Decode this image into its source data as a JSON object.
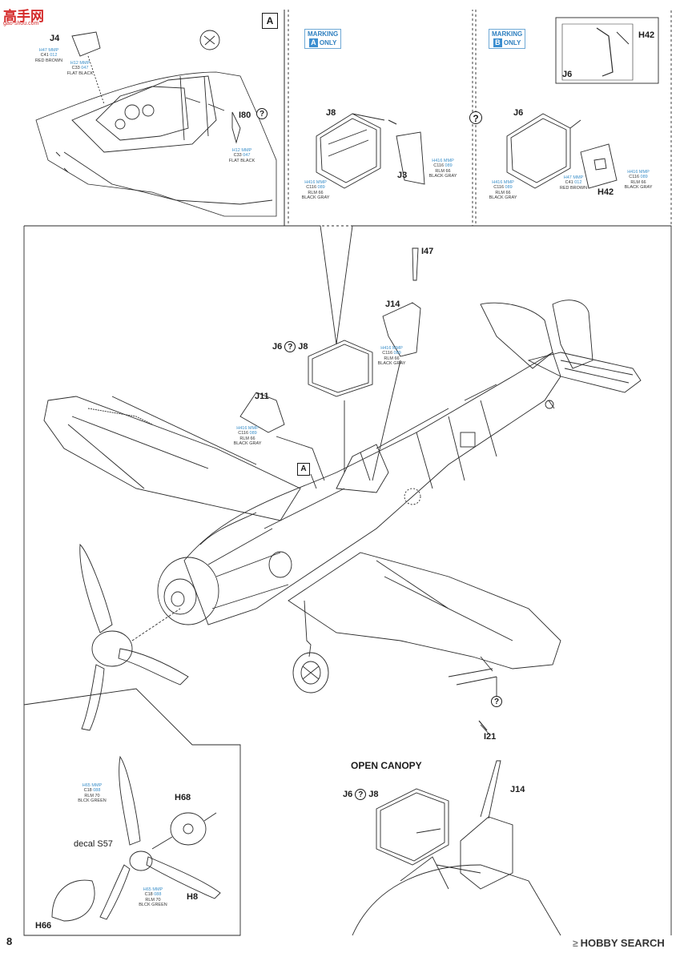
{
  "watermark": {
    "site_cn": "高手网",
    "site_url": "gao-shou.com",
    "brand": "HOBBY SEARCH",
    "brand_mark": "≥"
  },
  "page_number": "8",
  "panel_a": {
    "box": "A",
    "labels": {
      "j4": "J4",
      "i80": "I80",
      "question": "?"
    },
    "paints": [
      {
        "top": "H47 MMP",
        "code": "C41",
        "num": "012",
        "name": "RED BROWN"
      },
      {
        "top": "H12 MMP",
        "code": "C33",
        "num": "047",
        "name": "FLAT BLACK"
      },
      {
        "top": "H12 MMP",
        "code": "C33",
        "num": "047",
        "name": "FLAT BLACK"
      }
    ]
  },
  "panel_marking_a": {
    "marking_word": "MARKING",
    "marking_letter": "A",
    "marking_suffix": "ONLY",
    "labels": {
      "j8": "J8",
      "j3": "J3",
      "question": "?"
    },
    "paints": [
      {
        "top": "H416 MMP",
        "code": "C116",
        "num": "089",
        "name1": "RLM 66",
        "name2": "BLACK GRAY"
      },
      {
        "top": "H416 MMP",
        "code": "C116",
        "num": "089",
        "name1": "RLM 66",
        "name2": "BLACK GRAY"
      }
    ]
  },
  "panel_marking_b": {
    "marking_word": "MARKING",
    "marking_letter": "B",
    "marking_suffix": "ONLY",
    "labels": {
      "j6": "J6",
      "h42": "H42",
      "j6_inset": "J6",
      "h42_inset": "H42"
    },
    "paints": [
      {
        "top": "H416 MMP",
        "code": "C116",
        "num": "089",
        "name1": "RLM 66",
        "name2": "BLACK GRAY"
      },
      {
        "top": "H47 MMP",
        "code": "C41",
        "num": "012",
        "name": "RED BROWN"
      },
      {
        "top": "H416 MMP",
        "code": "C116",
        "num": "089",
        "name1": "RLM 66",
        "name2": "BLACK GRAY"
      }
    ]
  },
  "main": {
    "labels": {
      "i47": "I47",
      "j14": "J14",
      "j6": "J6",
      "j8": "J8",
      "j11": "J11",
      "a": "A",
      "i21": "I21",
      "question": "?"
    },
    "paints": [
      {
        "top": "H416 MMP",
        "code": "C116",
        "num": "089",
        "name1": "RLM 66",
        "name2": "BLACK GRAY"
      },
      {
        "top": "H416 MMP",
        "code": "C116",
        "num": "089",
        "name1": "RLM 66",
        "name2": "BLACK GRAY"
      }
    ]
  },
  "propeller": {
    "labels": {
      "h68": "H68",
      "h8": "H8",
      "h66": "H66",
      "decal": "decal S57"
    },
    "paints": [
      {
        "top": "H65 MMP",
        "code": "C18",
        "num": "088",
        "name1": "RLM 70",
        "name2": "BLCK GREEN"
      },
      {
        "top": "H65 MMP",
        "code": "C18",
        "num": "088",
        "name1": "RLM 70",
        "name2": "BLCK GREEN"
      }
    ]
  },
  "open_canopy": {
    "title": "OPEN CANOPY",
    "labels": {
      "j6": "J6",
      "j8": "J8",
      "j14": "J14",
      "question": "?"
    }
  }
}
